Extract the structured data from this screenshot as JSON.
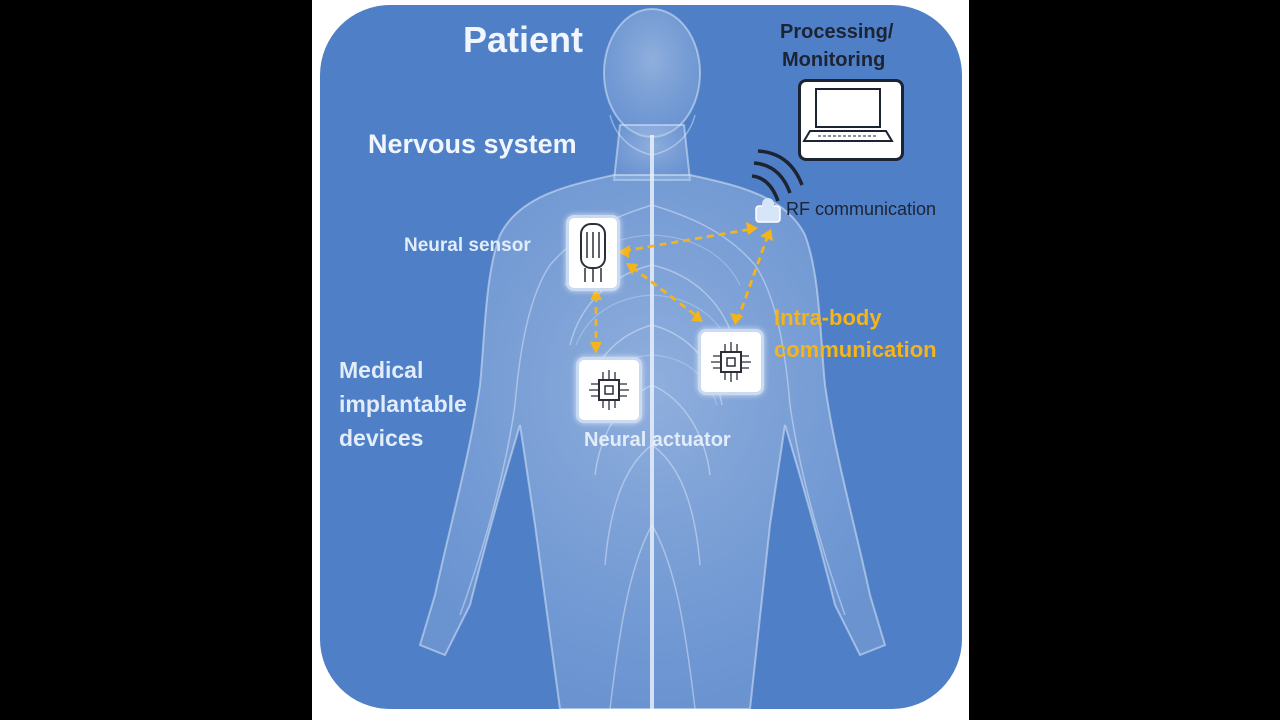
{
  "title": "Patient",
  "labels": {
    "nervous_system": "Nervous system",
    "processing": "Processing/",
    "monitoring": "Monitoring",
    "rf_communication": "RF communication",
    "neural_sensor": "Neural sensor",
    "intra_body_1": "Intra-body",
    "intra_body_2": "communication",
    "medical_1": "Medical",
    "medical_2": "implantable",
    "medical_3": "devices",
    "neural_actuator": "Neural actuator"
  },
  "icons": {
    "monitor": "laptop-icon",
    "rf": "wireless-signal-icon",
    "transceiver": "transceiver-icon",
    "sensor": "sensor-chip-icon",
    "actuator": "processor-chip-icon"
  },
  "colors": {
    "panel": "#4f7fc6",
    "body_glow": "#dbe7f7",
    "link_arrows": "#f4b41a",
    "highlight_text": "#f4b41a"
  }
}
